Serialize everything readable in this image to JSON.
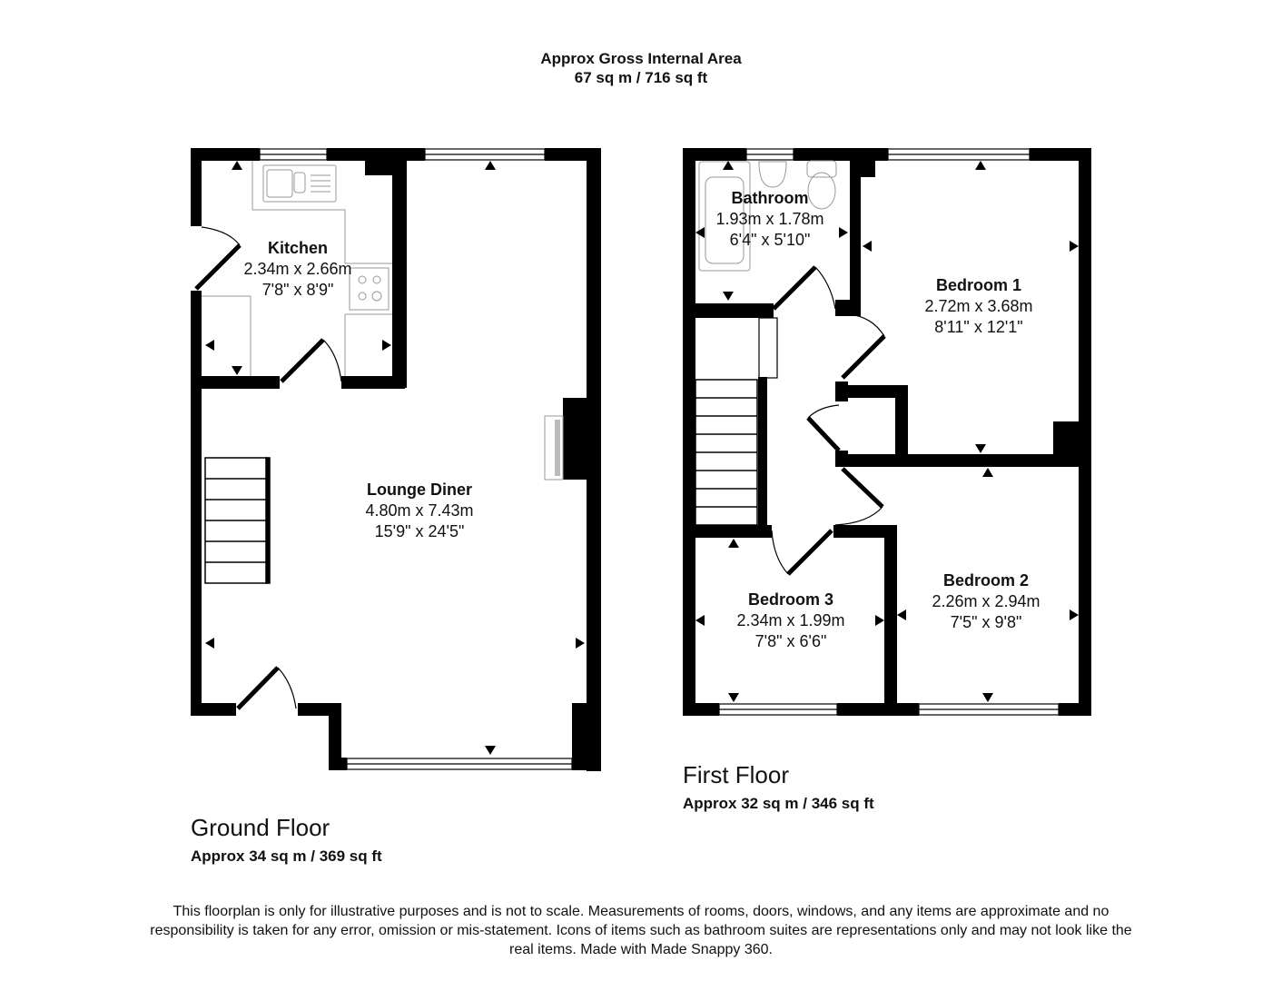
{
  "header": {
    "title": "Approx Gross Internal Area",
    "area": "67 sq m / 716 sq ft"
  },
  "ground_floor": {
    "title": "Ground Floor",
    "area": "Approx 34 sq m / 369 sq ft",
    "rooms": [
      {
        "name": "Kitchen",
        "metric": "2.34m x 2.66m",
        "imperial": "7'8\" x 8'9\""
      },
      {
        "name": "Lounge Diner",
        "metric": "4.80m x 7.43m",
        "imperial": "15'9\" x 24'5\""
      }
    ]
  },
  "first_floor": {
    "title": "First Floor",
    "area": "Approx 32 sq m / 346 sq ft",
    "rooms": [
      {
        "name": "Bathroom",
        "metric": "1.93m x 1.78m",
        "imperial": "6'4\" x 5'10\""
      },
      {
        "name": "Bedroom 1",
        "metric": "2.72m x 3.68m",
        "imperial": "8'11\" x 12'1\""
      },
      {
        "name": "Bedroom 3",
        "metric": "2.34m x 1.99m",
        "imperial": "7'8\" x 6'6\""
      },
      {
        "name": "Bedroom 2",
        "metric": "2.26m x 2.94m",
        "imperial": "7'5\" x 9'8\""
      }
    ]
  },
  "disclaimer": "This floorplan is only for illustrative purposes and is not to scale. Measurements of rooms, doors, windows, and any items are approximate and no responsibility is taken for any error, omission or mis-statement. Icons of items such as bathroom suites are representations only and may not look like the real items. Made with Made Snappy 360.",
  "colors": {
    "wall": "#000000",
    "fixture": "#999999",
    "background": "#ffffff"
  }
}
